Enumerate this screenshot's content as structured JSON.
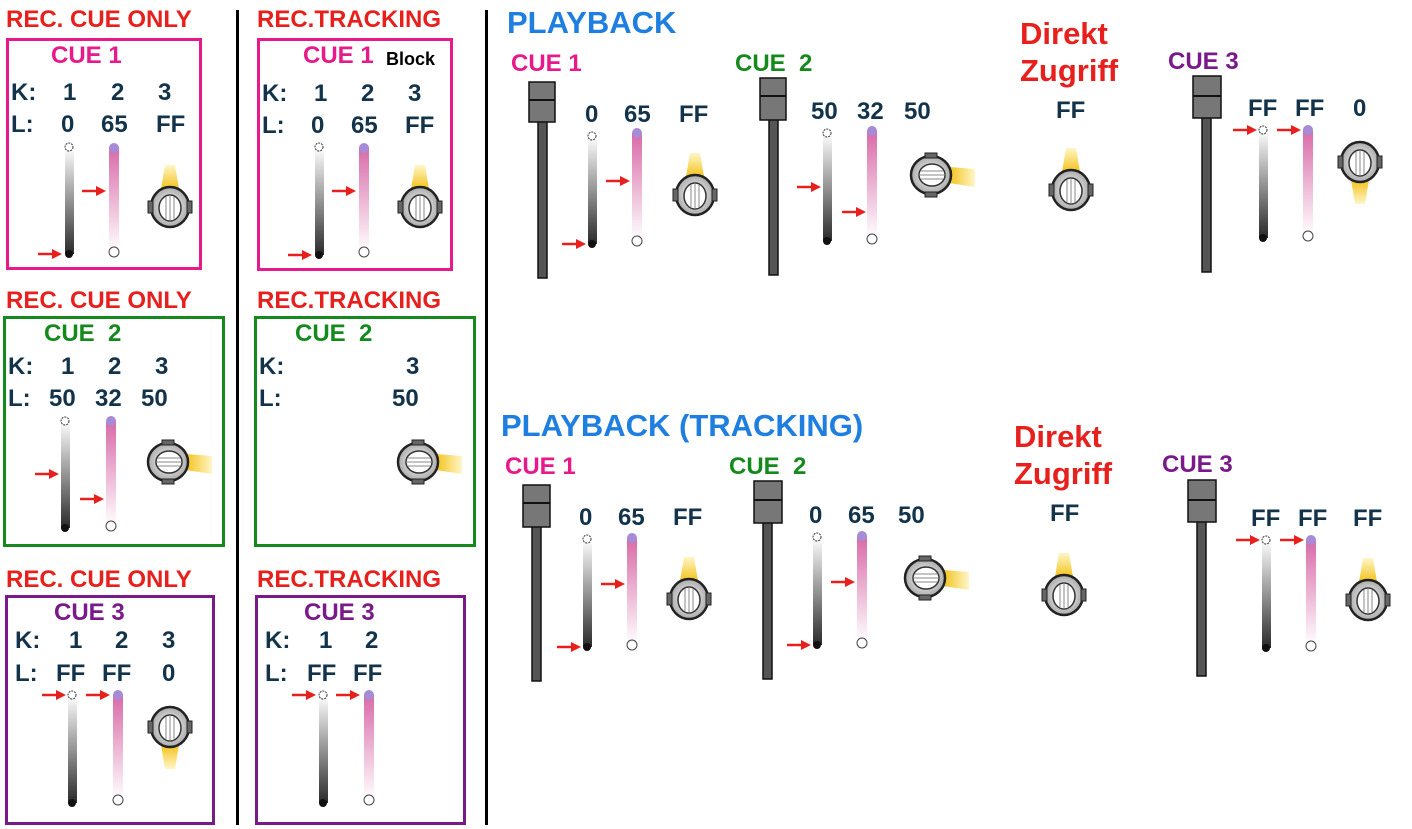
{
  "colors": {
    "cue1": "#e8198b",
    "cue2": "#158a1c",
    "cue3": "#7a1a8a",
    "header_red": "#e8201d",
    "header_blue": "#1f7fe0",
    "value_text": "#12334a"
  },
  "left": {
    "cue_only_header": "REC. CUE ONLY",
    "tracking_header": "REC.TRACKING",
    "k_label": "K:",
    "l_label": "L:",
    "block_label": "Block",
    "cue1": {
      "title": "CUE 1",
      "k": [
        "1",
        "2",
        "3"
      ],
      "l": [
        "0",
        "65",
        "FF"
      ]
    },
    "cue2": {
      "title": "CUE  2",
      "k": [
        "1",
        "2",
        "3"
      ],
      "l": [
        "50",
        "32",
        "50"
      ]
    },
    "cue3": {
      "title": "CUE 3",
      "k": [
        "1",
        "2",
        "3"
      ],
      "l": [
        "FF",
        "FF",
        "0"
      ]
    },
    "cue1_track": {
      "title": "CUE 1",
      "k": [
        "1",
        "2",
        "3"
      ],
      "l": [
        "0",
        "65",
        "FF"
      ]
    },
    "cue2_track": {
      "title": "CUE  2",
      "k": [
        "3"
      ],
      "l": [
        "50"
      ]
    },
    "cue3_track": {
      "title": "CUE 3",
      "k": [
        "1",
        "2"
      ],
      "l": [
        "FF",
        "FF"
      ]
    }
  },
  "playback": {
    "title": "PLAYBACK",
    "direkt": [
      "Direkt",
      "Zugriff"
    ],
    "direkt_value": "FF",
    "cue1": {
      "title": "CUE 1",
      "values": [
        "0",
        "65",
        "FF"
      ]
    },
    "cue2": {
      "title": "CUE  2",
      "values": [
        "50",
        "32",
        "50"
      ]
    },
    "cue3": {
      "title": "CUE 3",
      "values": [
        "FF",
        "FF",
        "0"
      ]
    }
  },
  "playback_tracking": {
    "title": "PLAYBACK (TRACKING)",
    "direkt": [
      "Direkt",
      "Zugriff"
    ],
    "direkt_value": "FF",
    "cue1": {
      "title": "CUE 1",
      "values": [
        "0",
        "65",
        "FF"
      ]
    },
    "cue2": {
      "title": "CUE  2",
      "values": [
        "0",
        "65",
        "50"
      ]
    },
    "cue3": {
      "title": "CUE 3",
      "values": [
        "FF",
        "FF",
        "FF"
      ]
    }
  }
}
